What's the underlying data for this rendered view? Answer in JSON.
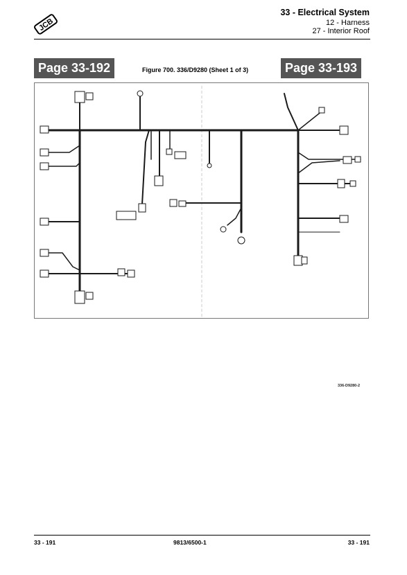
{
  "header": {
    "section_title": "33 - Electrical System",
    "subsection": "12 - Harness",
    "subsubsection": "27 - Interior Roof"
  },
  "logo": {
    "icon": "jcb-logo-icon",
    "text": "JCB"
  },
  "nav": {
    "prev_page_label": "Page 33-192",
    "next_page_label": "Page 33-193"
  },
  "figure": {
    "caption": "Figure 700. 336/D9280 (Sheet 1 of 3)",
    "reference": "336-D9280-2",
    "diagram_icon": "wiring-harness-diagram"
  },
  "footer": {
    "left_page": "33 - 191",
    "doc_number": "9813/6500-1",
    "right_page": "33 - 191"
  },
  "colors": {
    "tab_background": "#555555",
    "tab_text": "#ffffff",
    "wire": "#1a1a1a"
  }
}
